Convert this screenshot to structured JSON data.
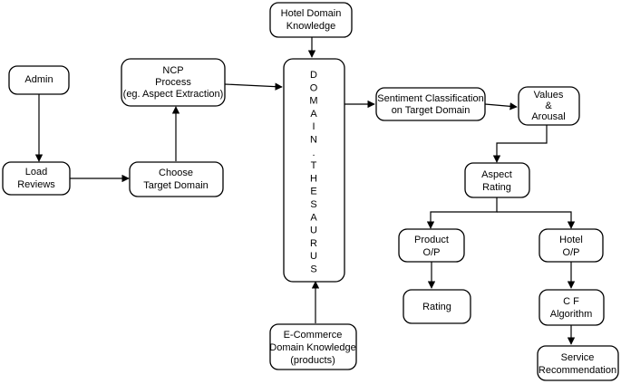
{
  "nodes": {
    "admin": [
      "Admin"
    ],
    "load_reviews": [
      "Load",
      "Reviews"
    ],
    "choose_target": [
      "Choose",
      "Target Domain"
    ],
    "ncp_process": [
      "NCP",
      "Process",
      "(eg. Aspect Extraction)"
    ],
    "hotel_knowledge": [
      "Hotel Domain",
      "Knowledge"
    ],
    "ecommerce_knowledge": [
      "E-Commerce",
      "Domain Knowledge",
      "(products)"
    ],
    "sentiment": [
      "Sentiment Classification",
      "on Target Domain"
    ],
    "values_arousal": [
      "Values",
      "&",
      "Arousal"
    ],
    "aspect_rating": [
      "Aspect",
      "Rating"
    ],
    "product_op": [
      "Product",
      "O/P"
    ],
    "hotel_op": [
      "Hotel",
      "O/P"
    ],
    "rating": [
      "Rating"
    ],
    "cf_algorithm": [
      "C F",
      "Algorithm"
    ],
    "service_rec": [
      "Service",
      "Recommendation"
    ]
  },
  "thesaurus_letters": [
    "D",
    "O",
    "M",
    "A",
    "I",
    "N",
    ".",
    "T",
    "H",
    "E",
    "S",
    "A",
    "U",
    "R",
    "U",
    "S"
  ]
}
